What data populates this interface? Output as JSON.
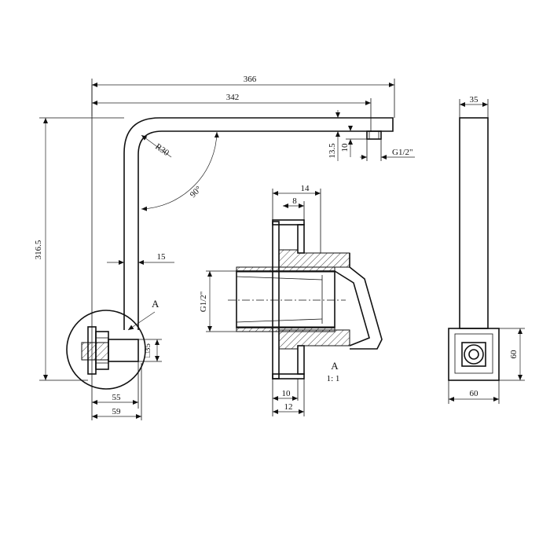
{
  "dimensions": {
    "overall_length": "366",
    "arm_length": "342",
    "height": "316.5",
    "bend_radius": "R30",
    "bend_angle": "90°",
    "tube_width": "15",
    "outlet_height": "13.5",
    "outlet_gap": "10",
    "outlet_thread": "G1/2\"",
    "base_offset_inner": "55",
    "base_offset_outer": "59",
    "base_square": "□35",
    "detail_thread": "G1/2\"",
    "detail_width_outer": "14",
    "detail_width_inner": "8",
    "detail_bottom_inner": "10",
    "detail_bottom_outer": "12",
    "side_width": "35",
    "plate_height": "60",
    "plate_width": "60"
  },
  "labels": {
    "detail_callout": "A",
    "detail_title": "A",
    "detail_scale": "1: 1"
  }
}
